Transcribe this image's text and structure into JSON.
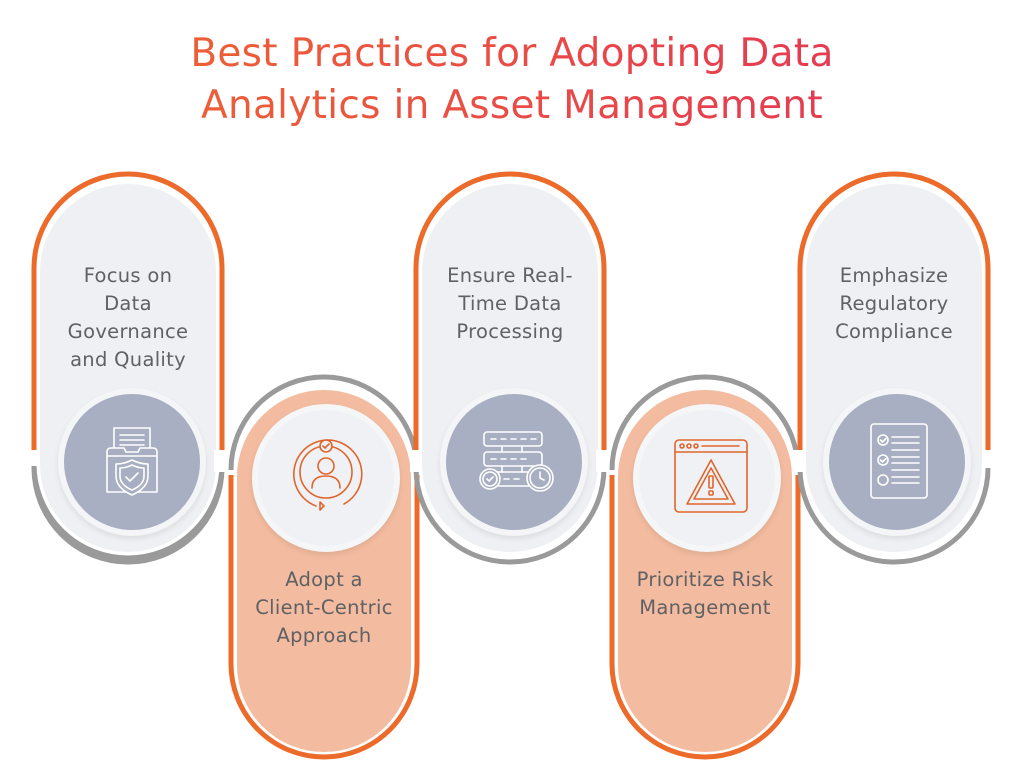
{
  "title": {
    "line1": "Best Practices for Adopting Data",
    "line2": "Analytics in Asset Management"
  },
  "colors": {
    "accent_orange": "#ec6a2a",
    "pill_gray_fill": "#eff0f3",
    "pill_orange_fill": "#f3bb9f",
    "icon_circle_gray": "#a9afc2",
    "connector_gray": "#9a9a9a",
    "text": "#5f6165"
  },
  "steps": [
    {
      "label": "Focus on Data Governance and Quality",
      "lines": [
        "Focus on",
        "Data",
        "Governance",
        "and Quality"
      ],
      "icon": "document-shield-icon",
      "style": "gray",
      "position": "top"
    },
    {
      "label": "Adopt a Client-Centric Approach",
      "lines": [
        "Adopt a",
        "Client-Centric",
        "Approach"
      ],
      "icon": "client-cycle-icon",
      "style": "orange",
      "position": "bottom"
    },
    {
      "label": "Ensure Real-Time Data Processing",
      "lines": [
        "Ensure Real-",
        "Time Data",
        "Processing"
      ],
      "icon": "server-clock-icon",
      "style": "gray",
      "position": "top"
    },
    {
      "label": "Prioritize Risk Management",
      "lines": [
        "Prioritize Risk",
        "Management"
      ],
      "icon": "browser-warning-icon",
      "style": "orange",
      "position": "bottom"
    },
    {
      "label": "Emphasize Regulatory Compliance",
      "lines": [
        "Emphasize",
        "Regulatory",
        "Compliance"
      ],
      "icon": "checklist-icon",
      "style": "gray",
      "position": "top"
    }
  ]
}
